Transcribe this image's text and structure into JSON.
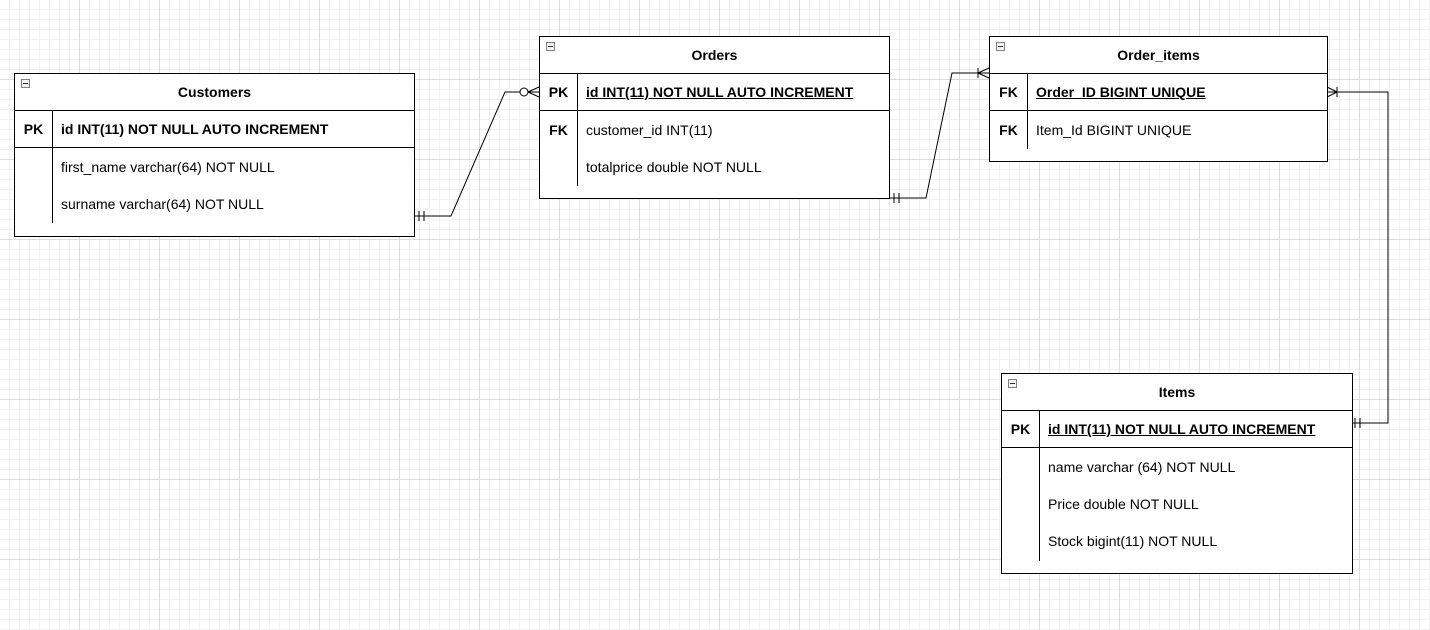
{
  "entities": {
    "customers": {
      "title": "Customers",
      "pk_row": {
        "key": "PK",
        "text": "id INT(11)  NOT NULL AUTO INCREMENT"
      },
      "rows": [
        {
          "key": "",
          "text": "first_name varchar(64) NOT NULL"
        },
        {
          "key": "",
          "text": "surname varchar(64) NOT NULL"
        }
      ]
    },
    "orders": {
      "title": "Orders",
      "pk_row": {
        "key": "PK",
        "text": "id INT(11)  NOT NULL AUTO INCREMENT"
      },
      "rows": [
        {
          "key": "FK",
          "text": "customer_id INT(11)"
        },
        {
          "key": "",
          "text": "totalprice double NOT NULL"
        }
      ]
    },
    "order_items": {
      "title": "Order_items",
      "pk_row": {
        "key": "FK",
        "text": "Order_ID BIGINT UNIQUE"
      },
      "rows": [
        {
          "key": "FK",
          "text": "Item_Id BIGINT UNIQUE"
        }
      ]
    },
    "items": {
      "title": "Items",
      "pk_row": {
        "key": "PK",
        "text": "id INT(11)  NOT NULL AUTO INCREMENT"
      },
      "rows": [
        {
          "key": "",
          "text": "name varchar (64) NOT NULL"
        },
        {
          "key": "",
          "text": "Price double NOT NULL"
        },
        {
          "key": "",
          "text": "Stock bigint(11) NOT NULL"
        }
      ]
    }
  },
  "relationships": [
    {
      "from": "Customers",
      "to": "Orders",
      "from_end": "one-and-only-one",
      "to_end": "zero-or-many"
    },
    {
      "from": "Orders",
      "to": "Order_items",
      "from_end": "one-and-only-one",
      "to_end": "one-or-many"
    },
    {
      "from": "Items",
      "to": "Order_items",
      "from_end": "one-and-only-one",
      "to_end": "one-or-many"
    }
  ],
  "colors": {
    "line": "#000000",
    "grid_major": "#dcdcdc",
    "grid_minor": "#f1f1f1"
  }
}
